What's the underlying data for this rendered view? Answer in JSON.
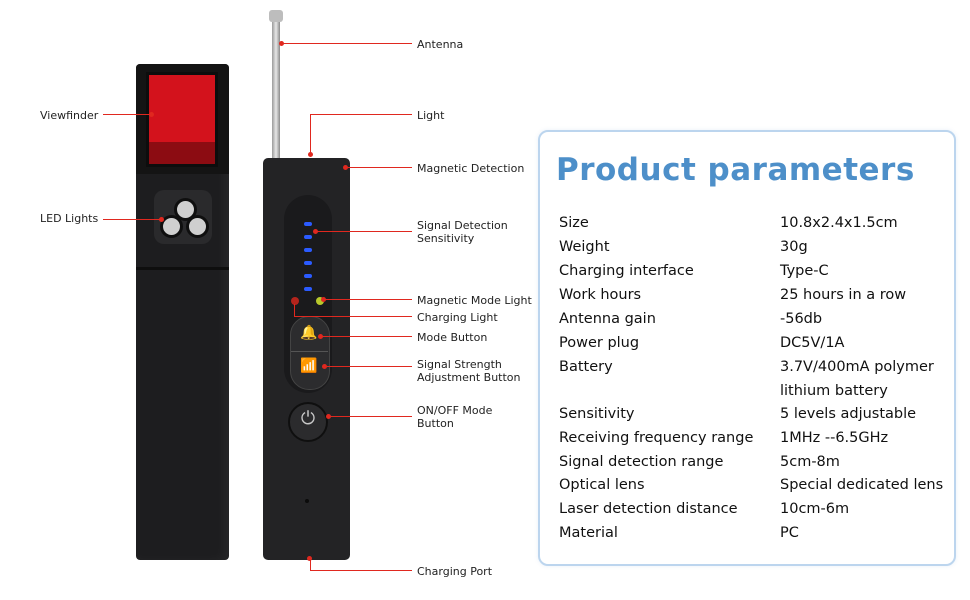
{
  "callouts": {
    "antenna": "Antenna",
    "viewfinder": "Viewfinder",
    "light": "Light",
    "magnetic_detection": "Magnetic Detection",
    "led_lights": "LED Lights",
    "signal_detection_sensitivity": "Signal Detection Sensitivity",
    "magnetic_mode_light": "Magnetic Mode Light",
    "charging_light": "Charging Light",
    "mode_button": "Mode Button",
    "signal_strength_adjustment_button": "Signal Strength Adjustment Button",
    "onoff_mode_button": "ON/OFF Mode Button",
    "charging_port": "Charging Port"
  },
  "icons": {
    "mode": "alarm-bell-icon",
    "signal": "wifi-signal-icon",
    "power": "power-icon"
  },
  "colors": {
    "accent": "#4d8fc9",
    "callout_line": "#e0281f",
    "viewfinder_red": "#d3121c",
    "signal_led_blue": "#2b5bff"
  },
  "params": {
    "title": "Product parameters",
    "rows": [
      {
        "key": "Size",
        "value": "10.8x2.4x1.5cm"
      },
      {
        "key": "Weight",
        "value": "30g"
      },
      {
        "key": "Charging interface",
        "value": "Type-C"
      },
      {
        "key": "Work hours",
        "value": "25 hours in a row"
      },
      {
        "key": "Antenna gain",
        "value": "-56db"
      },
      {
        "key": "Power plug",
        "value": "DC5V/1A"
      },
      {
        "key": "Battery",
        "value": "3.7V/400mA polymer lithium battery"
      },
      {
        "key": "Sensitivity",
        "value": "5 levels adjustable"
      },
      {
        "key": "Receiving frequency range",
        "value": "1MHz --6.5GHz"
      },
      {
        "key": "Signal detection range",
        "value": "5cm-8m"
      },
      {
        "key": "Optical lens",
        "value": "Special dedicated lens"
      },
      {
        "key": "Laser detection distance",
        "value": "10cm-6m"
      },
      {
        "key": "Material",
        "value": "PC"
      }
    ]
  }
}
